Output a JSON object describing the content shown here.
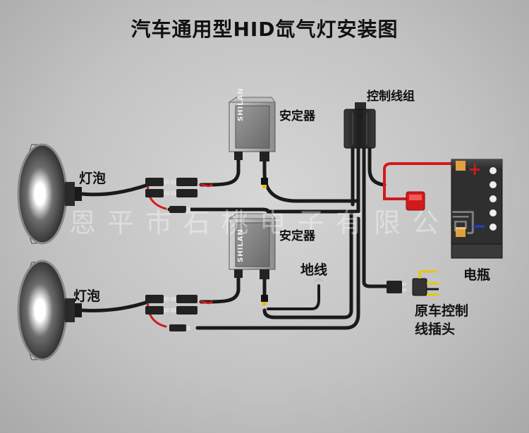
{
  "title": "汽车通用型HID氙气灯安装图",
  "watermark": "恩平市石桃电子有限公司",
  "labels": {
    "bulb_top": "灯泡",
    "bulb_bottom": "灯泡",
    "ballast_top": "安定器",
    "ballast_bottom": "安定器",
    "control_harness": "控制线组",
    "ground_wire": "地线",
    "battery": "电瓶",
    "original_plug_line1": "原车控制",
    "original_plug_line2": "线插头"
  },
  "ballast_brand": "SHILAN",
  "battery_plus": "+",
  "battery_minus": "−",
  "colors": {
    "background": "#c3c3c3",
    "cable": "#1a1a1a",
    "red_wire": "#d21a1a",
    "battery_case": "#3a3a3a",
    "terminal": "#e0a040",
    "plug_yellow": "#e8c800"
  }
}
